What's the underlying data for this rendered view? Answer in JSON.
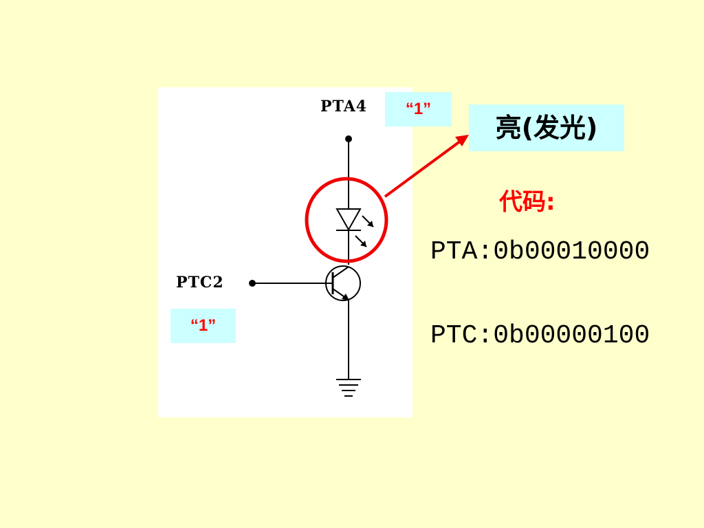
{
  "circuit": {
    "pta4_label": "PTA4",
    "ptc2_label": "PTC2",
    "pta4_value": "“1”",
    "ptc2_value": "“1”"
  },
  "state": {
    "label": "亮(发光)"
  },
  "code": {
    "title": "代码:",
    "lines": [
      "PTA:0b00010000",
      "PTC:0b00000100"
    ]
  },
  "colors": {
    "background": "#ffffcc",
    "highlight_box": "#ccffff",
    "accent_red": "#ff0000"
  }
}
